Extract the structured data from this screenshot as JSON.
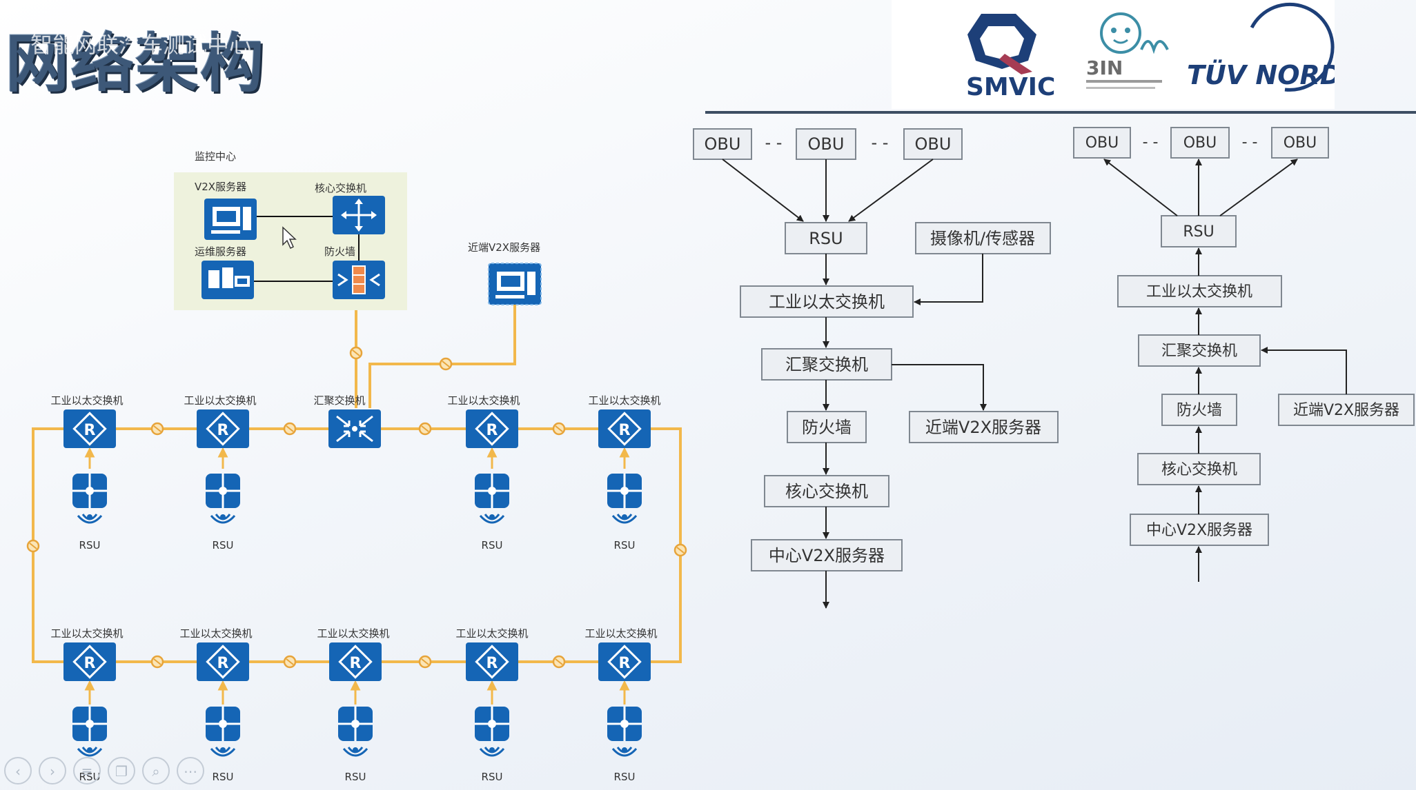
{
  "title": "网络架构",
  "watermark": "智能网联汽车测试中心",
  "logos": {
    "smvic": "SMVIC",
    "threein": "3IN",
    "tuv": "TÜV NORD"
  },
  "left_diagram": {
    "monitor_center": "监控中心",
    "v2x_server": "V2X服务器",
    "core_switch": "核心交换机",
    "ops_server": "运维服务器",
    "firewall": "防火墙",
    "edge_v2x_server": "近端V2X服务器",
    "aggregation_switch": "汇聚交换机",
    "industrial_switch": "工业以太交换机",
    "rsu": "RSU"
  },
  "flow_left": {
    "obu": [
      "OBU",
      "OBU",
      "OBU"
    ],
    "separator": "- -",
    "rsu": "RSU",
    "camera_sensor": "摄像机/传感器",
    "industrial_switch": "工业以太交换机",
    "aggregation_switch": "汇聚交换机",
    "edge_v2x_server": "近端V2X服务器",
    "firewall": "防火墙",
    "core_switch": "核心交换机",
    "center_v2x_server": "中心V2X服务器"
  },
  "flow_right": {
    "obu": [
      "OBU",
      "OBU",
      "OBU"
    ],
    "separator": "- -",
    "rsu": "RSU",
    "industrial_switch": "工业以太交换机",
    "aggregation_switch": "汇聚交换机",
    "firewall": "防火墙",
    "edge_v2x_server": "近端V2X服务器",
    "core_switch": "核心交换机",
    "center_v2x_server": "中心V2X服务器"
  },
  "colors": {
    "device_blue": "#1565b5",
    "link_orange": "#f2b84b",
    "box_fill": "#eceff3",
    "box_stroke": "#7f8790",
    "panel_fill": "#eef2dd"
  },
  "nav_icons": [
    "previous-icon",
    "next-icon",
    "menu-icon",
    "copy-icon",
    "zoom-icon",
    "more-icon"
  ]
}
